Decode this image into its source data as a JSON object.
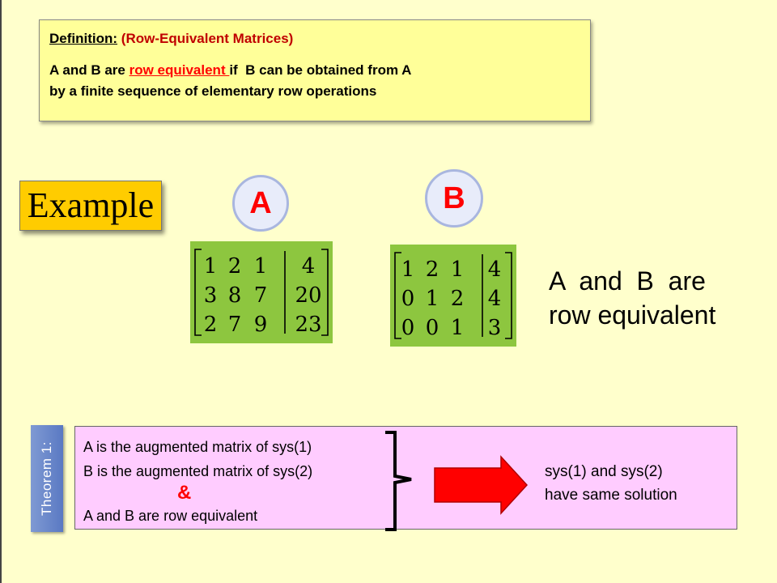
{
  "definition": {
    "label": "Definition:",
    "title": "(Row-Equivalent Matrices)",
    "text_before": "A and B are ",
    "highlight": "row equivalent ",
    "text_after": "if  B can be obtained from A",
    "line2": "by a finite sequence of elementary row operations"
  },
  "example": {
    "label": "Example"
  },
  "matrices": {
    "a": {
      "name": "A",
      "rows": [
        [
          "1",
          "2",
          "1",
          "4"
        ],
        [
          "3",
          "8",
          "7",
          "20"
        ],
        [
          "2",
          "7",
          "9",
          "23"
        ]
      ]
    },
    "b": {
      "name": "B",
      "rows": [
        [
          "1",
          "2",
          "1",
          "4"
        ],
        [
          "0",
          "1",
          "2",
          "4"
        ],
        [
          "0",
          "0",
          "1",
          "3"
        ]
      ]
    }
  },
  "statement": {
    "line1": "A  and  B  are",
    "line2": "row equivalent"
  },
  "theorem": {
    "tab_label": "Theorem 1:",
    "line1": "A is the augmented matrix of sys(1)",
    "line2": "B is the augmented matrix of sys(2)",
    "ampersand": "&",
    "line3": "A and B  are row equivalent",
    "result_line1": "sys(1)  and  sys(2)",
    "result_line2": "have same solution"
  },
  "colors": {
    "background": "#ffffcc",
    "definition_box": "#ffff99",
    "example_box": "#ffcc00",
    "matrix_bg": "#8dc63f",
    "theorem_box": "#ffccff",
    "theorem_tab": "#6f8bcb",
    "accent_red": "#ff0000"
  },
  "icons": [
    "right-arrow-icon",
    "bracket-icon"
  ]
}
